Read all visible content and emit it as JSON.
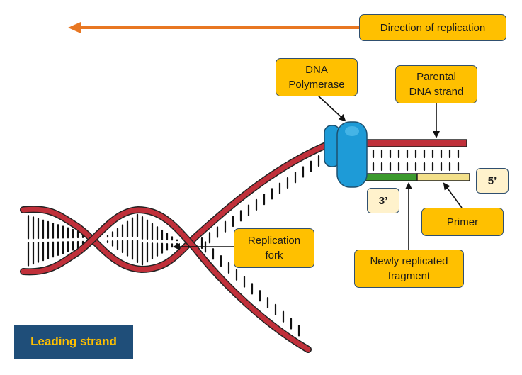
{
  "labels": {
    "direction": "Direction of replication",
    "polymerase_line1": "DNA",
    "polymerase_line2": "Polymerase",
    "parental_line1": "Parental",
    "parental_line2": "DNA strand",
    "fork_line1": "Replication",
    "fork_line2": "fork",
    "primer": "Primer",
    "fragment_line1": "Newly replicated",
    "fragment_line2": "fragment",
    "three_prime": "3’",
    "five_prime": "5’"
  },
  "title": "Leading strand",
  "colors": {
    "strand": "#C0303A",
    "polymerase": "#1E9BD7",
    "new_fragment": "#3C9A2E",
    "primer": "#F3E08A",
    "direction_arrow": "#E87722",
    "label_fill": "#FFC000",
    "end_label_fill": "#FFF2CC",
    "title_fill": "#1F4E79",
    "title_text": "#FFC000"
  }
}
